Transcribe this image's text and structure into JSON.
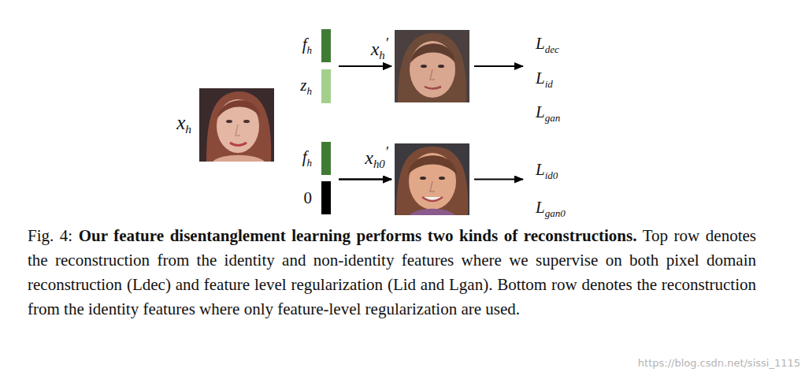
{
  "diagram": {
    "caption": "Fig. 4: Our feature disentanglement learning performs two kinds of reconstructions. Top row denotes the reconstruction from the identity and non-identity features where we supervise on both pixel domain reconstruction (Ldec) and feature level regularization (Lid and Lgan). Bottom row denotes the reconstruction from the identity features where only feature-level regularization are used.",
    "nodes": [
      {
        "text": [
          "xh"
        ]
      },
      {
        "text": [
          "fh"
        ]
      },
      {
        "text": [
          "zh"
        ]
      },
      {
        "text": [
          "xh′"
        ]
      },
      {
        "text": [
          "Ldec",
          "Lid",
          "Lgan"
        ]
      },
      {
        "text": [
          "fh"
        ]
      },
      {
        "text": [
          "0"
        ]
      },
      {
        "text": [
          "xh0′"
        ]
      },
      {
        "text": [
          "Lid0",
          "Lgan0"
        ]
      }
    ],
    "edges": [
      {
        "from": 1,
        "to": 3,
        "arrow": "to"
      },
      {
        "from": 2,
        "to": 3,
        "arrow": "to"
      },
      {
        "from": 3,
        "to": 4,
        "arrow": "to"
      },
      {
        "from": 5,
        "to": 7,
        "arrow": "to"
      },
      {
        "from": 6,
        "to": 7,
        "arrow": "to"
      },
      {
        "from": 7,
        "to": 8,
        "arrow": "to"
      }
    ],
    "labels": [
      "https://blog.csdn.net/sissi_1115"
    ]
  }
}
